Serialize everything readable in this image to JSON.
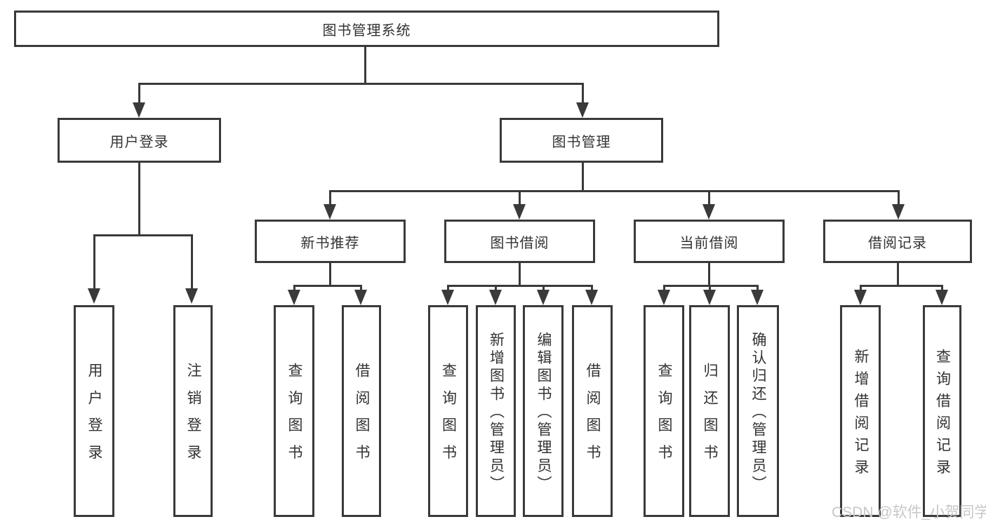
{
  "tree": {
    "root": {
      "label": "图书管理系统"
    },
    "branches": [
      {
        "label": "用户登录",
        "children": [
          {
            "label": "用户登录"
          },
          {
            "label": "注销登录"
          }
        ]
      },
      {
        "label": "图书管理",
        "children": [
          {
            "label": "新书推荐",
            "children": [
              {
                "label": "查询图书"
              },
              {
                "label": "借阅图书"
              }
            ]
          },
          {
            "label": "图书借阅",
            "children": [
              {
                "label": "查询图书"
              },
              {
                "label": "新增图书（管理员）"
              },
              {
                "label": "编辑图书（管理员）"
              },
              {
                "label": "借阅图书"
              }
            ]
          },
          {
            "label": "当前借阅",
            "children": [
              {
                "label": "查询图书"
              },
              {
                "label": "归还图书"
              },
              {
                "label": "确认归还（管理员）"
              }
            ]
          },
          {
            "label": "借阅记录",
            "children": [
              {
                "label": "新增借阅记录"
              },
              {
                "label": "查询借阅记录"
              }
            ]
          }
        ]
      }
    ]
  },
  "watermark": {
    "text": "CSDN @软件_小贺同学"
  },
  "colors": {
    "line": "#3a3a3a",
    "text": "#333333",
    "background": "#ffffff",
    "watermark": "#c7c7c7"
  }
}
